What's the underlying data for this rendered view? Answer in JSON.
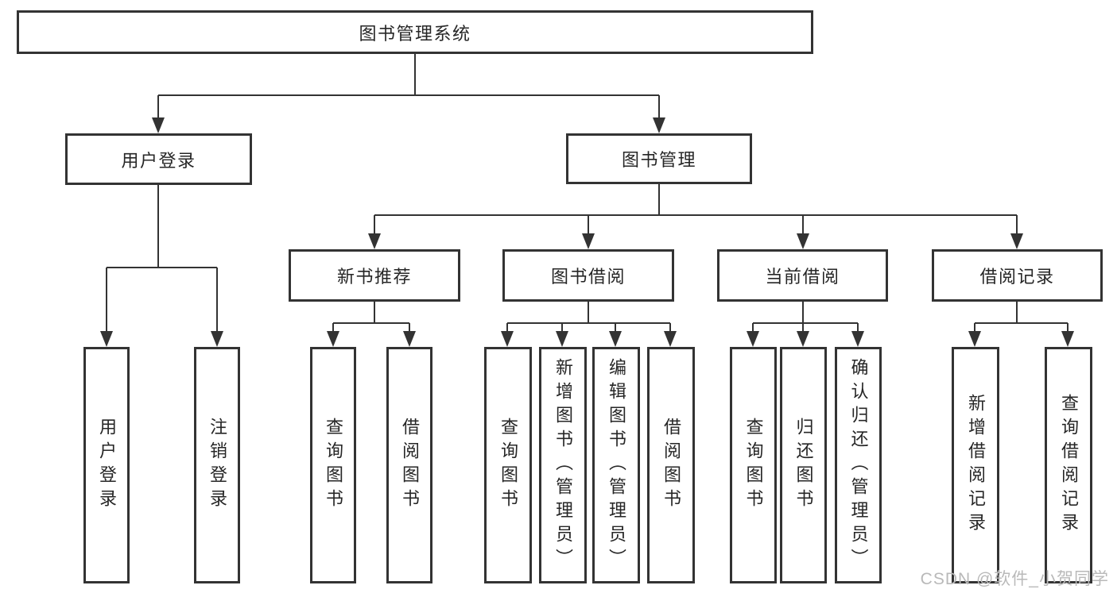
{
  "nodes": {
    "root": {
      "label": "图书管理系统"
    },
    "userLogin": {
      "label": "用户登录"
    },
    "bookMgmt": {
      "label": "图书管理"
    },
    "newBookRec": {
      "label": "新书推荐"
    },
    "bookBorrow": {
      "label": "图书借阅"
    },
    "currentBorrow": {
      "label": "当前借阅"
    },
    "borrowRecord": {
      "label": "借阅记录"
    },
    "leafUserLogin": {
      "label": "用户登录"
    },
    "leafLogout": {
      "label": "注销登录"
    },
    "leafQueryBook1": {
      "label": "查询图书"
    },
    "leafBorrowBook1": {
      "label": "借阅图书"
    },
    "leafQueryBook2": {
      "label": "查询图书"
    },
    "leafAddBook": {
      "label": "新增图书（管理员）"
    },
    "leafEditBook": {
      "label": "编辑图书（管理员）"
    },
    "leafBorrowBook2": {
      "label": "借阅图书"
    },
    "leafQueryBook3": {
      "label": "查询图书"
    },
    "leafReturnBook": {
      "label": "归还图书"
    },
    "leafConfirmReturn": {
      "label": "确认归还（管理员）"
    },
    "leafAddRecord": {
      "label": "新增借阅记录"
    },
    "leafQueryRecord": {
      "label": "查询借阅记录"
    }
  },
  "hierarchy": {
    "图书管理系统": [
      "用户登录",
      "图书管理"
    ],
    "用户登录": [
      "用户登录",
      "注销登录"
    ],
    "图书管理": [
      "新书推荐",
      "图书借阅",
      "当前借阅",
      "借阅记录"
    ],
    "新书推荐": [
      "查询图书",
      "借阅图书"
    ],
    "图书借阅": [
      "查询图书",
      "新增图书（管理员）",
      "编辑图书（管理员）",
      "借阅图书"
    ],
    "当前借阅": [
      "查询图书",
      "归还图书",
      "确认归还（管理员）"
    ],
    "借阅记录": [
      "新增借阅记录",
      "查询借阅记录"
    ]
  },
  "watermark": "CSDN @软件_小贺同学",
  "colors": {
    "line": "#333333",
    "box_border": "#333333",
    "text": "#262626",
    "watermark": "#b9b9b9",
    "background": "#ffffff"
  }
}
